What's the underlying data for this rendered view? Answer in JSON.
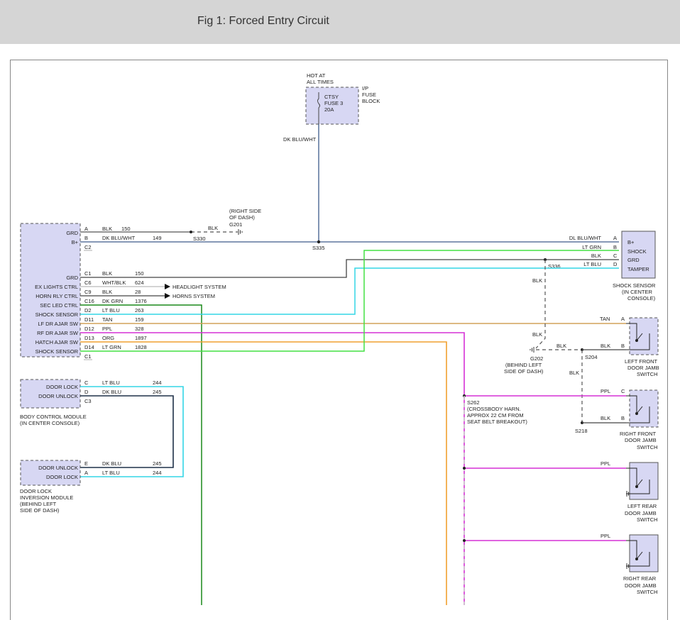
{
  "header": {
    "title": "Fig 1: Forced Entry Circuit"
  },
  "fuse": {
    "hot_line1": "HOT AT",
    "hot_line2": "ALL TIMES",
    "name1": "CTSY",
    "name2": "FUSE 3",
    "rating": "20A",
    "block1": "I/P",
    "block2": "FUSE",
    "block3": "BLOCK",
    "wire": "DK BLU/WHT"
  },
  "bcm": {
    "label1": "BODY CONTROL MODULE",
    "label2": "(IN CENTER CONSOLE)",
    "pins": [
      {
        "name": "GRD",
        "pin": "A",
        "color": "BLK",
        "circuit": "150"
      },
      {
        "name": "B+",
        "pin": "B",
        "color": "DK BLU/WHT",
        "circuit": "149"
      },
      {
        "name": "",
        "pin": "C2",
        "color": "",
        "circuit": ""
      },
      {
        "name": "GRD",
        "pin": "C1",
        "color": "BLK",
        "circuit": "150"
      },
      {
        "name": "EX LIGHTS CTRL",
        "pin": "C6",
        "color": "WHT/BLK",
        "circuit": "624"
      },
      {
        "name": "HORN RLY CTRL",
        "pin": "C9",
        "color": "BLK",
        "circuit": "28"
      },
      {
        "name": "SEC LED CTRL",
        "pin": "C16",
        "color": "DK GRN",
        "circuit": "1376"
      },
      {
        "name": "SHOCK SENSOR",
        "pin": "D2",
        "color": "LT BLU",
        "circuit": "263"
      },
      {
        "name": "LF DR AJAR SW",
        "pin": "D11",
        "color": "TAN",
        "circuit": "159"
      },
      {
        "name": "RF DR AJAR SW",
        "pin": "D12",
        "color": "PPL",
        "circuit": "328"
      },
      {
        "name": "HATCH AJAR SW",
        "pin": "D13",
        "color": "ORG",
        "circuit": "1897"
      },
      {
        "name": "SHOCK SENSOR",
        "pin": "D14",
        "color": "LT GRN",
        "circuit": "1828"
      },
      {
        "name": "",
        "pin": "C1",
        "color": "",
        "circuit": ""
      },
      {
        "name": "DOOR LOCK",
        "pin": "C",
        "color": "LT BLU",
        "circuit": "244"
      },
      {
        "name": "DOOR UNLOCK",
        "pin": "D",
        "color": "DK BLU",
        "circuit": "245"
      },
      {
        "name": "",
        "pin": "C3",
        "color": "",
        "circuit": ""
      }
    ]
  },
  "g201": {
    "line1": "(RIGHT SIDE",
    "line2": "OF DASH)",
    "name": "G201",
    "wire": "BLK",
    "splice": "S330"
  },
  "s335": "S335",
  "headlight": "HEADLIGHT SYSTEM",
  "horns": "HORNS SYSTEM",
  "shock_sensor": {
    "pins": [
      "B+",
      "SHOCK",
      "GRD",
      "TAMPER"
    ],
    "letters": [
      "A",
      "B",
      "C",
      "D"
    ],
    "wires": [
      "DL BLU/WHT",
      "LT GRN",
      "BLK",
      "LT BLU"
    ],
    "label1": "SHOCK SENSOR",
    "label2": "(IN CENTER",
    "label3": "CONSOLE)",
    "splice": "S336",
    "vwire": "BLK"
  },
  "g202": {
    "name": "G202",
    "line1": "(BEHIND LEFT",
    "line2": "SIDE OF DASH)",
    "wire1": "BLK",
    "wire2": "BLK",
    "vwire": "BLK"
  },
  "s204": "S204",
  "s218": "S218",
  "s218_wire": "BLK",
  "lf_switch": {
    "tan": "TAN",
    "blk": "BLK",
    "pinA": "A",
    "pinB": "B",
    "label1": "LEFT FRONT",
    "label2": "DOOR JAMB",
    "label3": "SWITCH"
  },
  "rf_switch": {
    "ppl": "PPL",
    "blk": "BLK",
    "pinC": "C",
    "pinB": "B",
    "label1": "RIGHT FRONT",
    "label2": "DOOR JAMB",
    "label3": "SWITCH"
  },
  "lr_switch": {
    "ppl": "PPL",
    "label1": "LEFT REAR",
    "label2": "DOOR JAMB",
    "label3": "SWITCH"
  },
  "rr_switch": {
    "ppl": "PPL",
    "label1": "RIGHT REAR",
    "label2": "DOOR JAMB",
    "label3": "SWITCH"
  },
  "s262": {
    "name": "S262",
    "line1": "(CROSSBODY HARN.",
    "line2": "APPROX 22 CM FROM",
    "line3": "SEAT BELT BREAKOUT)"
  },
  "dlim": {
    "pins": [
      {
        "name": "DOOR UNLOCK",
        "pin": "E",
        "color": "DK BLU",
        "circuit": "245"
      },
      {
        "name": "DOOR LOCK",
        "pin": "A",
        "color": "LT BLU",
        "circuit": "244"
      }
    ],
    "label1": "DOOR LOCK",
    "label2": "INVERSION MODULE",
    "label3": "(BEHIND LEFT",
    "label4": "SIDE OF DASH)"
  }
}
